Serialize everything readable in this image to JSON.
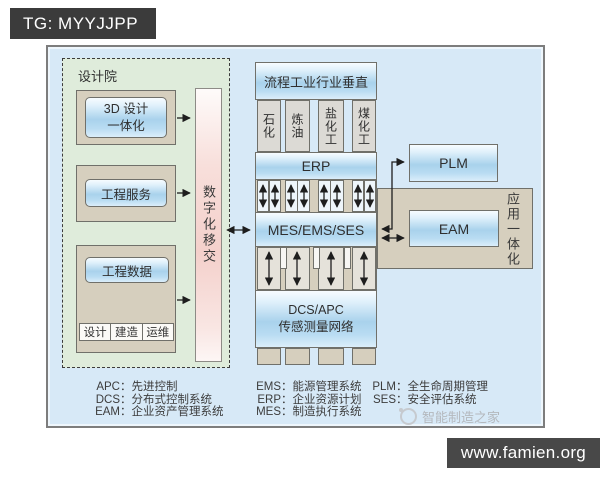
{
  "tag": "TG: MYYJJPP",
  "design": {
    "label": "设计院",
    "box_3d_line1": "3D 设计",
    "box_3d_line2": "一体化",
    "box_service": "工程服务",
    "box_data": "工程数据",
    "cells": [
      "设计",
      "建造",
      "运维"
    ],
    "transfer": "数字化移交"
  },
  "vertical": {
    "title": "流程工业行业垂直",
    "industries": [
      "石化",
      "炼油",
      "盐化工",
      "煤化工"
    ],
    "erp": "ERP",
    "mes": "MES/EMS/SES",
    "dcs_line1": "DCS/APC",
    "dcs_line2": "传感测量网络"
  },
  "right": {
    "plm": "PLM",
    "eam": "EAM",
    "app_label": "应用一体化"
  },
  "legend": {
    "separator": "：",
    "items": [
      {
        "abbr": "APC",
        "term": "先进控制"
      },
      {
        "abbr": "DCS",
        "term": "分布式控制系统"
      },
      {
        "abbr": "EAM",
        "term": "企业资产管理系统"
      },
      {
        "abbr": "EMS",
        "term": "能源管理系统"
      },
      {
        "abbr": "ERP",
        "term": "企业资源计划"
      },
      {
        "abbr": "MES",
        "term": "制造执行系统"
      },
      {
        "abbr": "PLM",
        "term": "全生命周期管理"
      },
      {
        "abbr": "SES",
        "term": "安全评估系统"
      }
    ]
  },
  "watermark": "智能制造之家",
  "footer_url": "www.famien.org",
  "colors": {
    "container_blue": "#d7e9f7",
    "box_blue": "#a9d2ec",
    "tan": "#d6cfbe",
    "green": "#dfecdb",
    "pink": "#f4d0cb",
    "dark_bar": "#3b3b3b"
  }
}
